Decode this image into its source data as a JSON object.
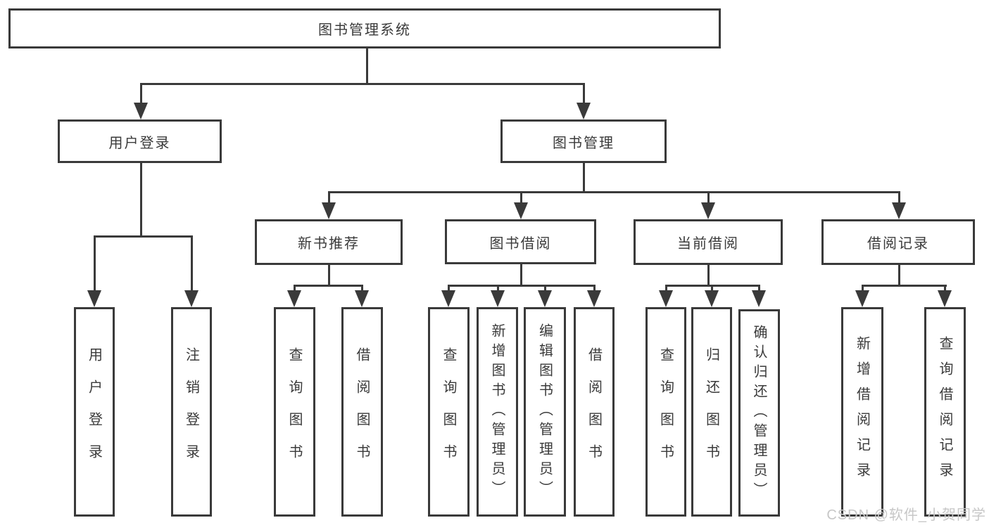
{
  "tree": {
    "root": {
      "label": "图书管理系统",
      "children": [
        {
          "label": "用户登录",
          "children": [
            "用户登录",
            "注销登录"
          ]
        },
        {
          "label": "图书管理",
          "children": [
            {
              "label": "新书推荐",
              "children": [
                "查询图书",
                "借阅图书"
              ]
            },
            {
              "label": "图书借阅",
              "children": [
                "查询图书",
                "新增图书（管理员）",
                "编辑图书（管理员）",
                "借阅图书"
              ]
            },
            {
              "label": "当前借阅",
              "children": [
                "查询图书",
                "归还图书",
                "确认归还（管理员）"
              ]
            },
            {
              "label": "借阅记录",
              "children": [
                "新增借阅记录",
                "查询借阅记录"
              ]
            }
          ]
        }
      ]
    }
  },
  "watermark": "CSDN @软件_小贺同学",
  "colors": {
    "line": "#3a3a3a",
    "text": "#3a3a3a",
    "watermark": "#c7c7c7",
    "background": "#ffffff"
  }
}
